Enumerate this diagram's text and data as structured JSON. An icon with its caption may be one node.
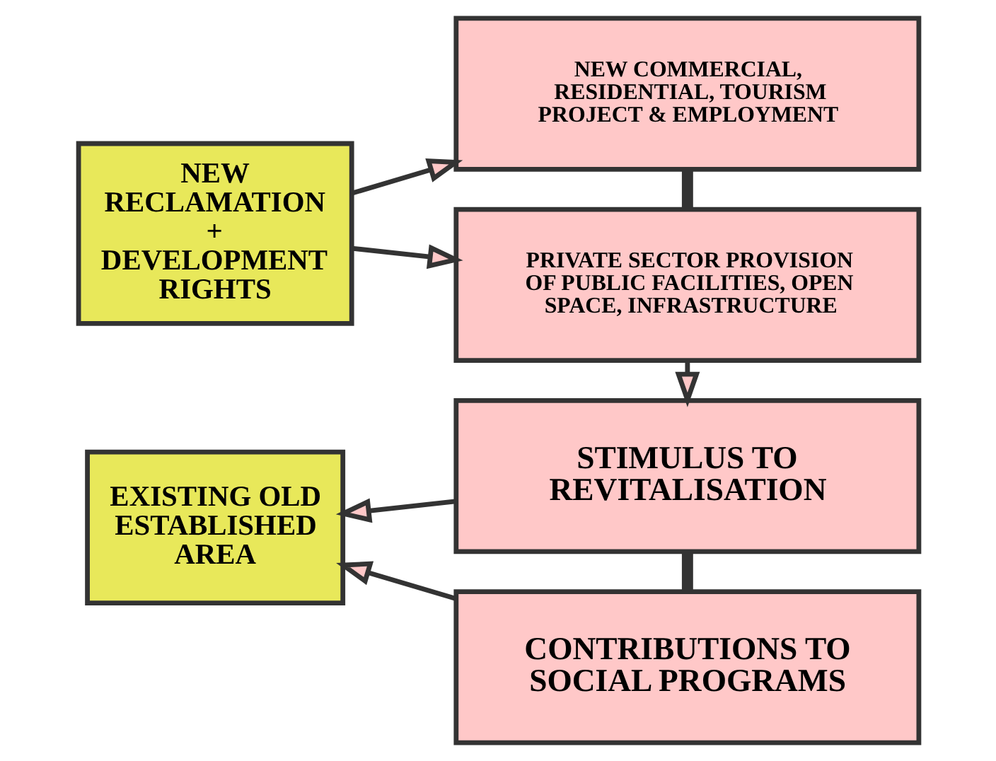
{
  "diagram": {
    "nodes": [
      {
        "text": [
          "NEW RECLAMATION",
          "+",
          "DEVELOPMENT RIGHTS"
        ]
      },
      {
        "text": [
          "NEW COMMERCIAL, RESIDENTIAL, TOURISM PROJECT & EMPLOYMENT"
        ]
      },
      {
        "text": [
          "PRIVATE SECTOR PROVISION OF PUBLIC FACILITIES, OPEN SPACE, INFRASTRUCTURE"
        ]
      },
      {
        "text": [
          "STIMULUS TO REVITALISATION"
        ]
      },
      {
        "text": [
          "CONTRIBUTIONS TO SOCIAL PROGRAMS"
        ]
      },
      {
        "text": [
          "EXISTING OLD ESTABLISHED AREA"
        ]
      }
    ],
    "edges": [
      {
        "from": 0,
        "to": 1,
        "arrow": "to"
      },
      {
        "from": 1,
        "to": 2,
        "arrow": "none",
        "style": "thick"
      },
      {
        "from": 0,
        "to": 2,
        "arrow": "to"
      },
      {
        "from": 2,
        "to": 3,
        "arrow": "to"
      },
      {
        "from": 3,
        "to": 4,
        "arrow": "none",
        "style": "thick"
      },
      {
        "from": 3,
        "to": 5,
        "arrow": "to"
      },
      {
        "from": 4,
        "to": 5,
        "arrow": "to"
      }
    ]
  }
}
